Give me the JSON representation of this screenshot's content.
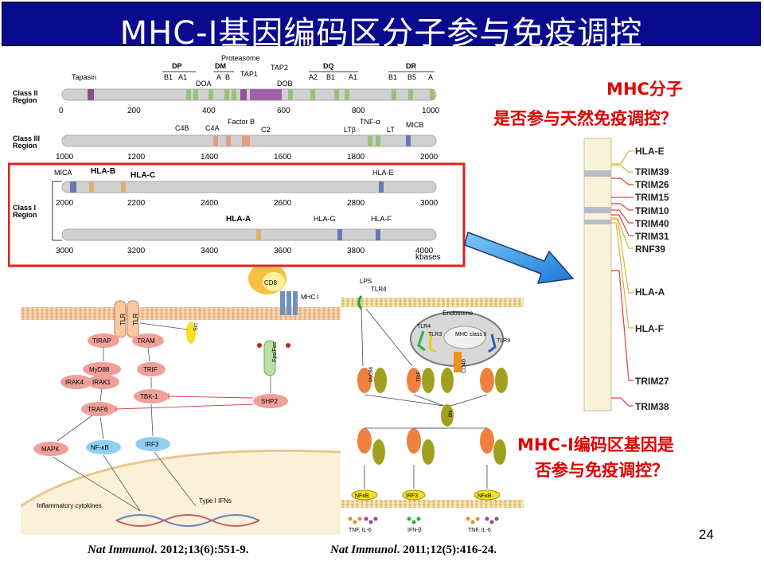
{
  "title": "MHC-I基因编码区分子参与免疫调控",
  "questions": {
    "q1_line1": "MHC分子",
    "q1_line2": "是否参与天然免疫调控？",
    "q2_line1": "MHC-I编码区基因是",
    "q2_line2": "否参与免疫调控？"
  },
  "page_number": "24",
  "citations": [
    {
      "journal": "Nat Immunol",
      "ref": ". 2012;13(6):551-9."
    },
    {
      "journal": "Nat Immunol",
      "ref": ". 2011;12(5):416-24."
    }
  ],
  "gene_map": {
    "class2_label_1": "Class II",
    "class2_label_2": "Region",
    "class3_label_1": "Class III",
    "class3_label_2": "Region",
    "class1_label_1": "Class I",
    "class1_label_2": "Region",
    "class2_genes": [
      "Tapasin",
      "DP",
      "B1",
      "A1",
      "DOA",
      "DM",
      "A",
      "B",
      "Proteasome",
      "TAP1",
      "TAP2",
      "DOB",
      "DQ",
      "A2",
      "B1",
      "A1",
      "DR",
      "B1",
      "B5",
      "A"
    ],
    "class2_ticks": [
      "0",
      "200",
      "400",
      "600",
      "800",
      "1000"
    ],
    "class3_genes": [
      "C4B",
      "C4A",
      "Factor B",
      "C2",
      "TNF-α",
      "LTβ",
      "LT",
      "MICB"
    ],
    "class3_ticks": [
      "1000",
      "1200",
      "1400",
      "1600",
      "1800",
      "2000"
    ],
    "class1a_genes": [
      "MICA",
      "HLA-B",
      "HLA-C",
      "HLA-E"
    ],
    "class1a_ticks": [
      "2000",
      "2200",
      "2400",
      "2600",
      "2800",
      "3000"
    ],
    "class1b_genes": [
      "HLA-A",
      "HLA-G",
      "HLA-F"
    ],
    "class1b_ticks": [
      "3000",
      "3200",
      "3400",
      "3600",
      "3800",
      "4000"
    ],
    "unit": "kbases"
  },
  "chromosome_genes": [
    "HLA-E",
    "TRIM39",
    "TRIM26",
    "TRIM15",
    "TRIM10",
    "TRIM40",
    "TRIM31",
    "RNF39",
    "HLA-A",
    "HLA-F",
    "TRIM27",
    "TRIM38"
  ],
  "pathway_left": {
    "nodes": [
      "TLR",
      "TLR",
      "TIRAP",
      "TRAM",
      "MyD88",
      "TRIF",
      "IRAK4",
      "IRAK1",
      "TRAF6",
      "TBK-1",
      "SHP2",
      "MAPK",
      "NF-κB",
      "IRF3",
      "CD8",
      "MHC I",
      "Src",
      "Fps/Fes"
    ],
    "outputs": [
      "Inflammatory cytokines",
      "Type I IFNs"
    ]
  },
  "pathway_right": {
    "labels": [
      "LPS",
      "TLR4",
      "Endosome",
      "MHC class II",
      "CD40",
      "TLR3",
      "TLR9",
      "TLR4",
      "MyD88",
      "TRIF",
      "Btk",
      "NFκB",
      "IRF3",
      "NFκB",
      "TNF, IL-6",
      "IFN-β",
      "TNF, IL-6"
    ]
  },
  "colors": {
    "title_bg": "#0a0a8f",
    "question": "#e00000",
    "highlight_box": "#e02020",
    "arrow": "#1a8fe0"
  }
}
